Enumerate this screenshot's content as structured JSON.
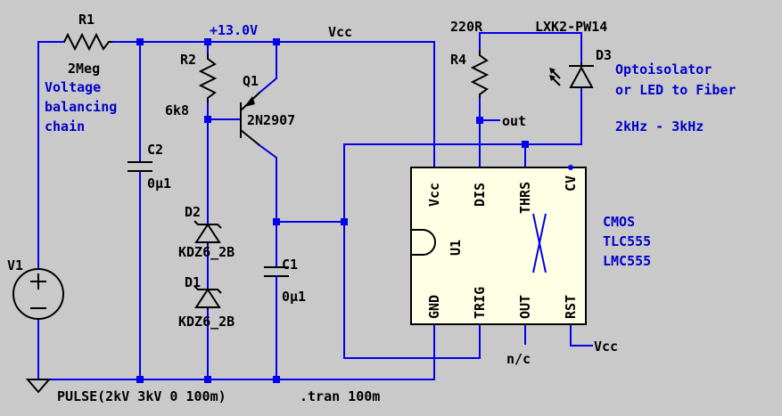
{
  "net_labels": {
    "supply": "+13.0V",
    "vcc_top": "Vcc",
    "vcc_rst": "Vcc",
    "out": "out",
    "nc": "n/c"
  },
  "components": {
    "r1": {
      "ref": "R1",
      "value": "2Meg"
    },
    "r2": {
      "ref": "R2",
      "value": "6k8"
    },
    "r4": {
      "ref": "R4",
      "value": "220R"
    },
    "q1": {
      "ref": "Q1",
      "value": "2N2907"
    },
    "c1": {
      "ref": "C1",
      "value": "0µ1"
    },
    "c2": {
      "ref": "C2",
      "value": "0µ1"
    },
    "d1": {
      "ref": "D1",
      "value": "KDZ6_2B"
    },
    "d2": {
      "ref": "D2",
      "value": "KDZ6_2B"
    },
    "d3": {
      "ref": "D3",
      "value": "LXK2-PW14"
    },
    "v1": {
      "ref": "V1",
      "value": "PULSE(2kV 3kV 0 100m)"
    },
    "u1": {
      "ref": "U1",
      "pins": {
        "vcc": "Vcc",
        "dis": "DIS",
        "thrs": "THRS",
        "cv": "CV",
        "gnd": "GND",
        "trig": "TRIG",
        "out": "OUT",
        "rst": "RST"
      }
    }
  },
  "comments": {
    "balancing_1": "Voltage",
    "balancing_2": "balancing",
    "balancing_3": "chain",
    "opto_1": "Optoisolator",
    "opto_2": "or  LED to Fiber",
    "freq": "2kHz - 3kHz",
    "ic_1": "CMOS",
    "ic_2": "TLC555",
    "ic_3": "LMC555",
    "directive": ".tran 100m"
  },
  "colors": {
    "background": "#c9c9c9",
    "wire": "#0000ee",
    "ic_body": "#ffffe6",
    "text_blue": "#0000cc",
    "strike": "#0000ee"
  }
}
